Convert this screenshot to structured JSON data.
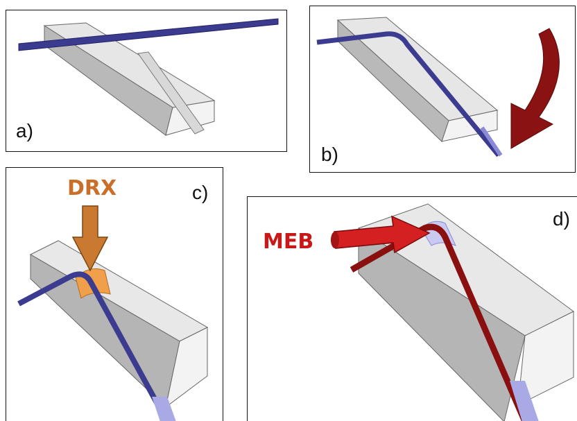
{
  "panels": [
    {
      "id": "a",
      "label": "a)"
    },
    {
      "id": "b",
      "label": "b)"
    },
    {
      "id": "c",
      "label": "c)",
      "callout": "DRX"
    },
    {
      "id": "d",
      "label": "d)",
      "callout": "MEB"
    }
  ],
  "colors": {
    "block_top": "#e9e9e9",
    "block_front": "#bdbdbd",
    "block_side": "#f4f4f4",
    "strip_blue": "#3b3b8f",
    "strip_blue_light": "#a9a9e6",
    "strip_red": "#8a1010",
    "arrow_darkred": "#8b1212",
    "arrow_red": "#d42020",
    "drx_orange": "#c97a30",
    "drx_patch": "#f0a04a",
    "label_drx": "#c96f2a",
    "label_meb": "#c81818"
  }
}
